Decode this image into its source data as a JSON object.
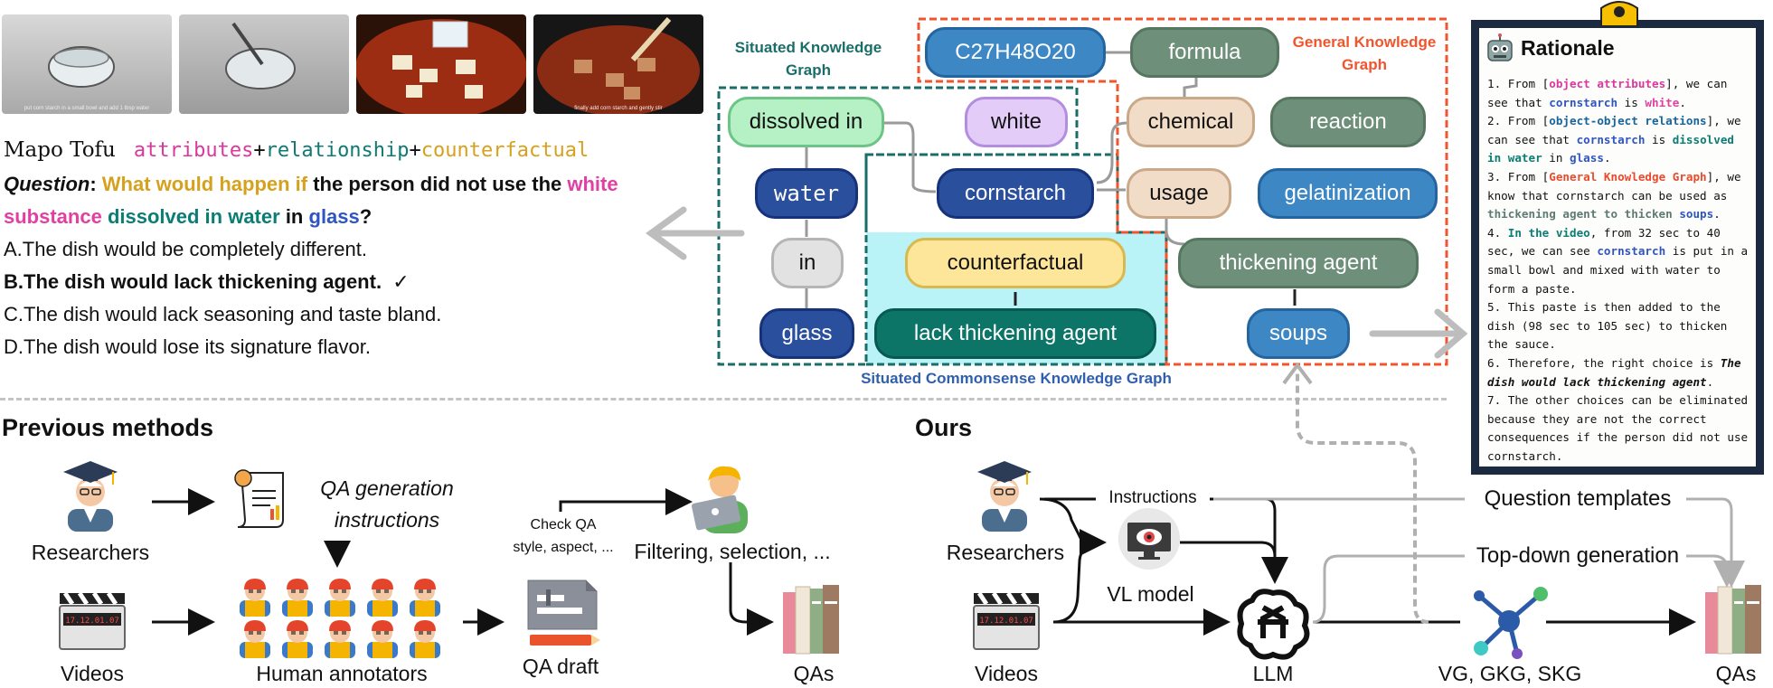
{
  "colors": {
    "attributes": "#d9389c",
    "relationship": "#0f7a73",
    "counterfactual": "#d6a11d",
    "situated_box": "#1a6e6a",
    "general_box": "#f0552d",
    "commonsense_fill": "#b9f2f7"
  },
  "frames": [
    "put corn starch in a small bowl and add 1 tbsp water",
    "",
    "",
    "finally add corn starch and gently stir"
  ],
  "example": {
    "dish": "Mapo Tofu",
    "tags": {
      "attributes": "attributes",
      "plus": "+",
      "relationship": "relationship",
      "counterfactual": "counterfactual"
    },
    "question": {
      "label": "Question",
      "colon": ":",
      "p1": "What would happen if",
      "p2": "the person did not use the",
      "p3": "white substance",
      "p4": "dissolved in water",
      "p5": "in",
      "p6": "glass",
      "p7": "?"
    },
    "options": [
      "A.The dish would be completely different.",
      "B.The dish would lack thickening agent.",
      "C.The dish would lack seasoning and taste bland.",
      "D.The dish would lose its signature flavor."
    ],
    "check": "✓"
  },
  "graph": {
    "situated_title_1": "Situated Knowledge",
    "situated_title_2": "Graph",
    "general_title_1": "General Knowledge",
    "general_title_2": "Graph",
    "commonsense_title": "Situated Commonsense Knowledge Graph",
    "nodes": {
      "c27": "C27H48O20",
      "formula": "formula",
      "dissolved_in": "dissolved in",
      "white": "white",
      "chemical": "chemical",
      "reaction": "reaction",
      "water": "water",
      "cornstarch": "cornstarch",
      "usage": "usage",
      "gelatinization": "gelatinization",
      "in": "in",
      "counterfactual": "counterfactual",
      "thickening_agent": "thickening agent",
      "glass": "glass",
      "lack": "lack thickening agent",
      "soups": "soups"
    }
  },
  "rationale": {
    "title": "Rationale",
    "lines": [
      {
        "parts": [
          [
            "1. From [",
            ""
          ],
          [
            "object attributes",
            "c-attr"
          ],
          [
            "], we can see that ",
            ""
          ],
          [
            "cornstarch",
            "c-blue"
          ],
          [
            " is ",
            ""
          ],
          [
            "white",
            "c-pink"
          ],
          [
            ".",
            ""
          ]
        ]
      },
      {
        "parts": [
          [
            "2. From [",
            ""
          ],
          [
            "object-object relations",
            "c-rel"
          ],
          [
            "], we can see that ",
            ""
          ],
          [
            "cornstarch",
            "c-blue"
          ],
          [
            " is ",
            ""
          ],
          [
            "dissolved in water",
            "c-teal"
          ],
          [
            " in ",
            ""
          ],
          [
            "glass",
            "c-blue"
          ],
          [
            ".",
            ""
          ]
        ]
      },
      {
        "parts": [
          [
            "3. From [",
            ""
          ],
          [
            "General Knowledge Graph",
            "c-red"
          ],
          [
            "], we know that cornstarch can be used as ",
            ""
          ],
          [
            "thickening agent to thicken",
            "c-grey"
          ],
          [
            " ",
            ""
          ],
          [
            "soups",
            "c-blue"
          ],
          [
            ".",
            ""
          ]
        ]
      },
      {
        "parts": [
          [
            "4. ",
            ""
          ],
          [
            "In the video",
            "c-teal"
          ],
          [
            ", from 32 sec to 40 sec, we can see ",
            ""
          ],
          [
            "cornstarch",
            "c-blue"
          ],
          [
            " is put in a small bowl and mixed with water to form a paste.",
            ""
          ]
        ]
      },
      {
        "parts": [
          [
            "5. This paste is then added to the dish (98 sec to 105 sec) to thicken the sauce.",
            ""
          ]
        ]
      },
      {
        "parts": [
          [
            "6. Therefore, the right choice is ",
            ""
          ],
          [
            "The dish would lack thickening agent",
            "b-i"
          ],
          [
            ".",
            ""
          ]
        ]
      },
      {
        "parts": [
          [
            "7. The other choices can be eliminated because they are not the correct consequences if the person did not use cornstarch.",
            ""
          ]
        ]
      }
    ]
  },
  "previous": {
    "title": "Previous methods",
    "researchers": "Researchers",
    "instr_1": "QA generation",
    "instr_2": "instructions",
    "videos": "Videos",
    "annotators": "Human annotators",
    "check_1": "Check QA",
    "check_2": "style, aspect, ...",
    "filtering": "Filtering, selection, ...",
    "draft": "QA draft",
    "qas": "QAs"
  },
  "ours": {
    "title": "Ours",
    "researchers": "Researchers",
    "instructions": "Instructions",
    "vl_model": "VL model",
    "videos": "Videos",
    "llm": "LLM",
    "templates": "Question templates",
    "topdown": "Top-down generation",
    "graphs": "VG, GKG, SKG",
    "qas": "QAs"
  },
  "video_sign": "17.12.01.07"
}
